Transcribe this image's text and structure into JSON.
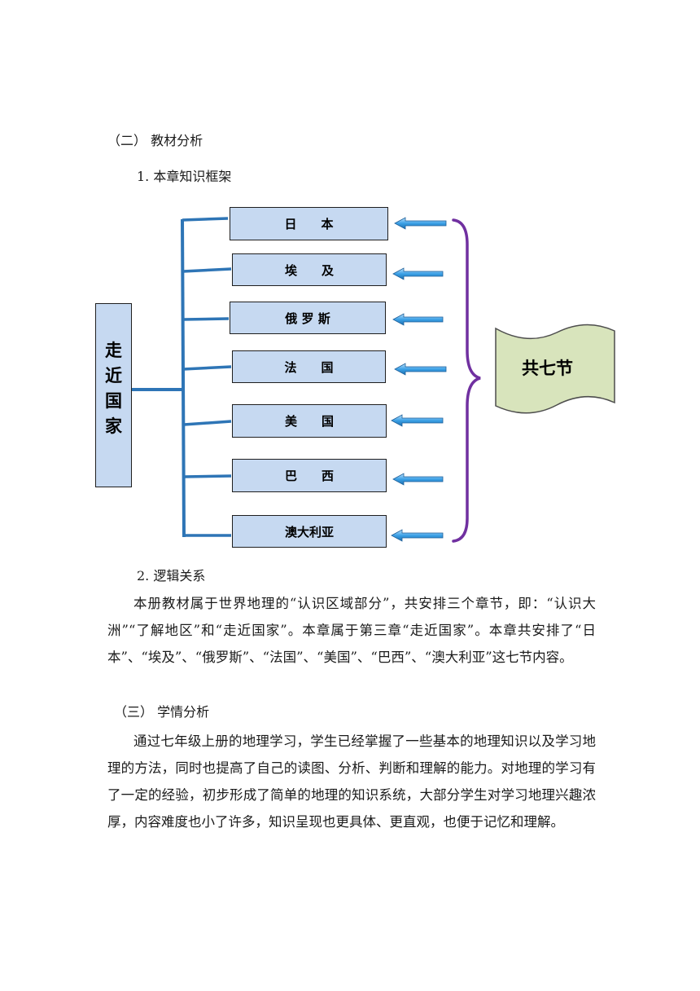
{
  "section2": {
    "heading": "（二） 教材分析",
    "sub1": "1.  本章知识框架",
    "sub2": "2.  逻辑关系",
    "paragraph": "本册教材属于世界地理的“认识区域部分”，共安排三个章节，即：“认识大洲”“了解地区”和“走近国家”。本章属于第三章“走近国家”。本章共安排了“日本”、“埃及”、“俄罗斯”、“法国”、“美国”、“巴西”、“澳大利亚”这七节内容。"
  },
  "diagram": {
    "root_chars": [
      "走",
      "近",
      "国",
      "家"
    ],
    "boxes": [
      "日　　本",
      "埃　　及",
      "俄 罗 斯",
      "法　　国",
      "美　　国",
      "巴　　西",
      "澳大利亚"
    ],
    "scroll_label": "共七节",
    "colors": {
      "box_fill": "#c6d9f1",
      "connector": "#2e75b6",
      "arrow": "#3ba0e6",
      "brace": "#7030a0",
      "scroll_fill": "#d8e4bc"
    }
  },
  "section3": {
    "heading": "（三） 学情分析",
    "paragraph": "通过七年级上册的地理学习，学生已经掌握了一些基本的地理知识以及学习地理的方法，同时也提高了自己的读图、分析、判断和理解的能力。对地理的学习有了一定的经验，初步形成了简单的地理的知识系统，大部分学生对学习地理兴趣浓厚，内容难度也小了许多，知识呈现也更具体、更直观，也便于记忆和理解。"
  }
}
